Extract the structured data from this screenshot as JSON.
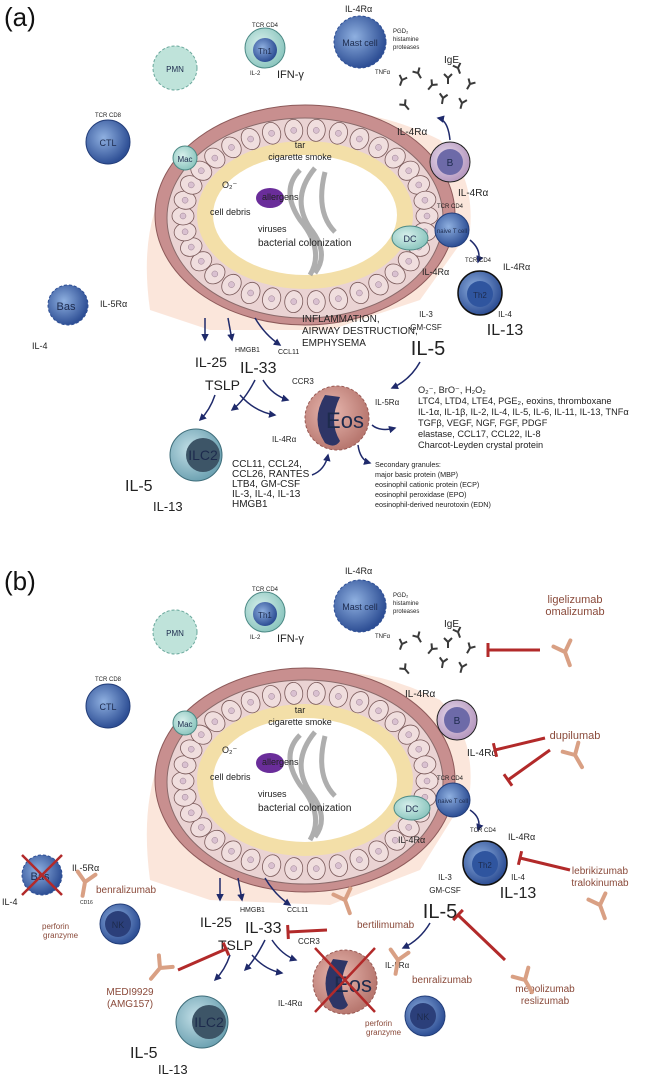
{
  "panels": [
    {
      "label": "(a)",
      "cells": {
        "pmn": "PMN",
        "th1": "Th1",
        "th1_receptor": "TCR CD4",
        "th1_out_small": "IL-2",
        "th1_out_large": "IFN-γ",
        "mast": "Mast cell",
        "mast_receptor": "IL-4Rα",
        "mast_products": [
          "PGD₂",
          "histamine",
          "proteases"
        ],
        "mast_tnf": "TNFα",
        "ige": "IgE",
        "ctl": "CTL",
        "ctl_receptor": "TCR CD8",
        "b": "B",
        "b_receptor_top": "IL-4Rα",
        "b_receptor_bottom": "IL-4Rα",
        "mac": "Mac",
        "dc": "DC",
        "naive": "naive T cell",
        "naive_receptor": "TCR CD4",
        "th2": "Th2",
        "th2_receptor": "TCR CD4",
        "th2_il4r": "IL-4Rα",
        "epi_il4r": "IL-4Rα",
        "bas": "Bas",
        "bas_receptor": "IL-5Rα",
        "bas_out": "IL-4",
        "ilc2": "ILC2",
        "ilc2_out1": "IL-5",
        "ilc2_out2": "IL-13",
        "eos": "Eos",
        "eos_ccr3": "CCR3",
        "eos_il5r": "IL-5Rα",
        "eos_il4r": "IL-4Rα"
      },
      "airway": {
        "tar": "tar",
        "smoke": "cigarette smoke",
        "o2": "O₂⁻",
        "allergens": "allergens",
        "debris": "cell debris",
        "viruses": "viruses",
        "bacteria": "bacterial colonization"
      },
      "cytokines": {
        "il25": "IL-25",
        "hmgb1": "HMGB1",
        "il33": "IL-33",
        "ccl11": "CCL11",
        "tslp": "TSLP",
        "il3": "IL-3",
        "gmcsf": "GM-CSF",
        "il5": "IL-5",
        "il4": "IL-4",
        "il13": "IL-13"
      },
      "inflammation": [
        "INFLAMMATION,",
        "AIRWAY DESTRUCTION,",
        "EMPHYSEMA"
      ],
      "eos_products": [
        "O₂⁻, BrO⁻, H₂O₂",
        "LTC4, LTD4, LTE4, PGE₂, eoxins, thromboxane",
        "IL-1α, IL-1β, IL-2, IL-4, IL-5, IL-6, IL-11, IL-13, TNFα",
        "TGFβ, VEGF, NGF, FGF, PDGF",
        "elastase, CCL17, CCL22, IL-8",
        "Charcot-Leyden crystal protein"
      ],
      "granules": [
        "Secondary granules:",
        "major basic protein (MBP)",
        "eosinophil cationic protein (ECP)",
        "eosinophil peroxidase (EPO)",
        "eosinophil-derived neurotoxin (EDN)"
      ],
      "chemoattractants": [
        "CCL11, CCL24,",
        "CCL26, RANTES",
        "LTB4, GM-CSF",
        "IL-3, IL-4, IL-13",
        "HMGB1"
      ]
    },
    {
      "label": "(b)",
      "drugs": {
        "anti_ige": [
          "ligelizumab",
          "omalizumab"
        ],
        "anti_il4r": "dupilumab",
        "anti_il13": [
          "lebrikizumab",
          "tralokinumab"
        ],
        "anti_il5": [
          "mepolizumab",
          "reslizumab"
        ],
        "anti_ccl11": "bertilimumab",
        "anti_tslp": [
          "MEDI9929",
          "(AMG157)"
        ],
        "anti_il5r_bas": "benralizumab",
        "anti_il5r_eos": "benralizumab"
      },
      "nk": {
        "label": "NK",
        "cd16": "CD16",
        "products": [
          "perforin",
          "granzyme"
        ]
      }
    }
  ],
  "colors": {
    "inhibitor": "#b22a2a",
    "arrow": "#1f2a6b",
    "antibody": "#d9a084",
    "drug_text": "#8a4a3a",
    "epithelium": "#ead3d3",
    "smooth_muscle": "#c88f8f",
    "submucosa": "#f3dfa8",
    "inflammation": "#f4b39a"
  }
}
